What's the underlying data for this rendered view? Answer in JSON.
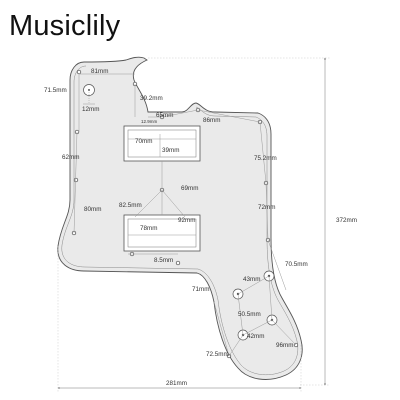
{
  "brand": "Musiclily",
  "dimensions": {
    "d81": "81mm",
    "d71_5": "71.5mm",
    "d12": "12mm",
    "d39_2": "39.2mm",
    "d12_9": "12.9mm",
    "d65": "65mm",
    "d86": "86mm",
    "d62": "62mm",
    "d70": "70mm",
    "d39": "39mm",
    "d75_2": "75.2mm",
    "d372": "372mm",
    "d69": "69mm",
    "d82_5": "82.5mm",
    "d80": "80mm",
    "d72": "72mm",
    "d92": "92mm",
    "d78": "78mm",
    "d8_5": "8.5mm",
    "d70_5": "70.5mm",
    "d43": "43mm",
    "d71": "71mm",
    "d50_5": "50.5mm",
    "d42": "42mm",
    "d96": "96mm",
    "d72_5": "72.5mm",
    "d281": "281mm"
  },
  "colors": {
    "pickguard_fill": "#eaeaea",
    "outline": "#555555",
    "dim_line": "#999999",
    "extension_line": "#bbbbbb"
  }
}
